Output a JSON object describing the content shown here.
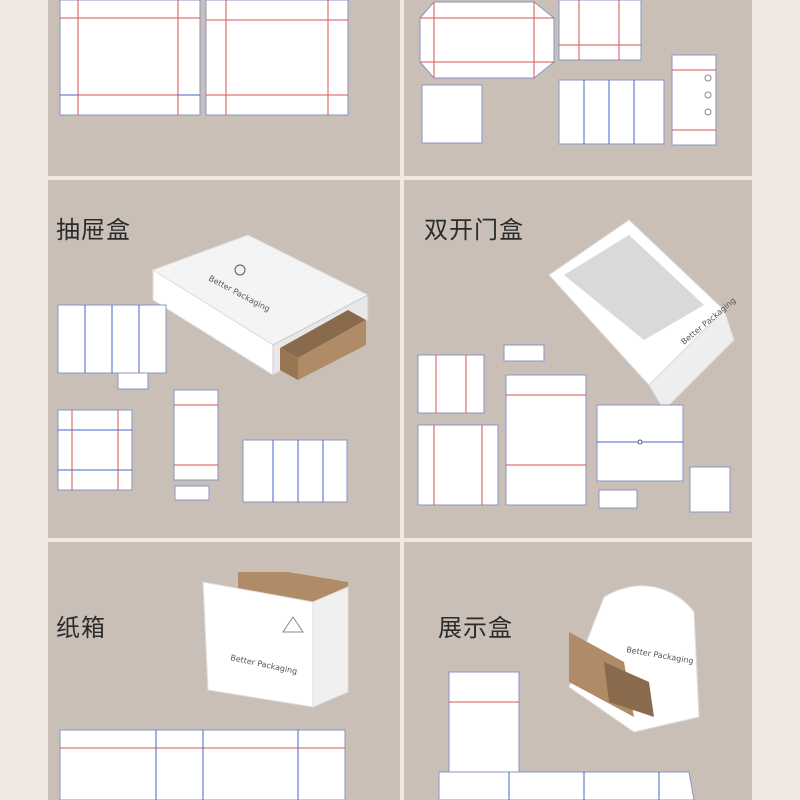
{
  "sections": [
    {
      "id": "top-left",
      "title": ""
    },
    {
      "id": "top-right",
      "title": ""
    },
    {
      "id": "drawer",
      "title": "抽屉盒"
    },
    {
      "id": "double-door",
      "title": "双开门盒"
    },
    {
      "id": "carton",
      "title": "纸箱"
    },
    {
      "id": "display",
      "title": "展示盒"
    }
  ],
  "brand": {
    "text": "Better Packaging"
  },
  "colors": {
    "background": "#f1e8e1",
    "panel": "#c9bfb7",
    "crease_red": "#d9534f",
    "cut_blue": "#4a63c8",
    "kraft": "#b08b68"
  }
}
